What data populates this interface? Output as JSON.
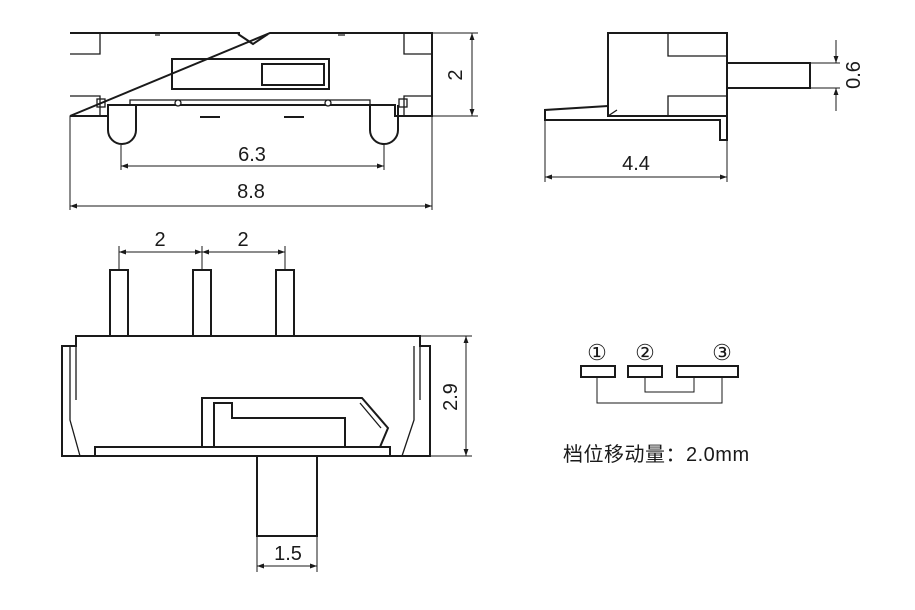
{
  "dimensions": {
    "top_pin_span": "6.3",
    "top_overall_width": "8.8",
    "top_height": "2",
    "side_length": "4.4",
    "side_actuator": "0.6",
    "pin_pitch_left": "2",
    "pin_pitch_right": "2",
    "body_height": "2.9",
    "actuator_width": "1.5"
  },
  "circuit": {
    "pin1": "①",
    "pin2": "②",
    "pin3": "③"
  },
  "note": {
    "text": "档位移动量：2.0mm"
  }
}
